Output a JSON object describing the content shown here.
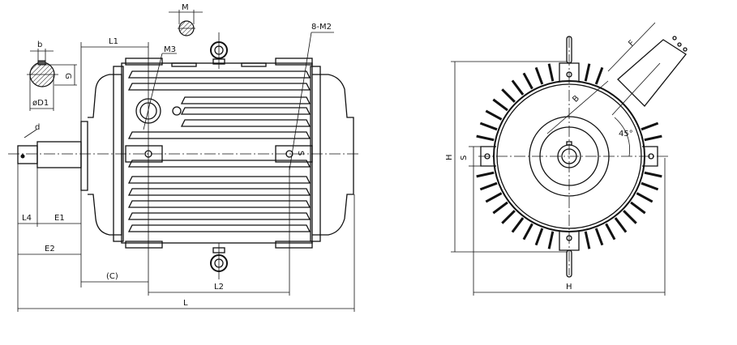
{
  "side_view": {
    "labels": {
      "M": "M",
      "M2": "8-M2",
      "L1": "L1",
      "M3": "M3",
      "b": "b",
      "G": "G",
      "D1": "øD1",
      "d": "d",
      "L4": "L4",
      "E1": "E1",
      "E2": "E2",
      "C": "(C)",
      "L2": "L2",
      "L": "L",
      "S": "S"
    }
  },
  "end_view": {
    "labels": {
      "F": "F",
      "B": "B",
      "angle": "45°",
      "S": "S",
      "H_vertical": "H",
      "H_horizontal": "H"
    },
    "fin_count": 44
  }
}
